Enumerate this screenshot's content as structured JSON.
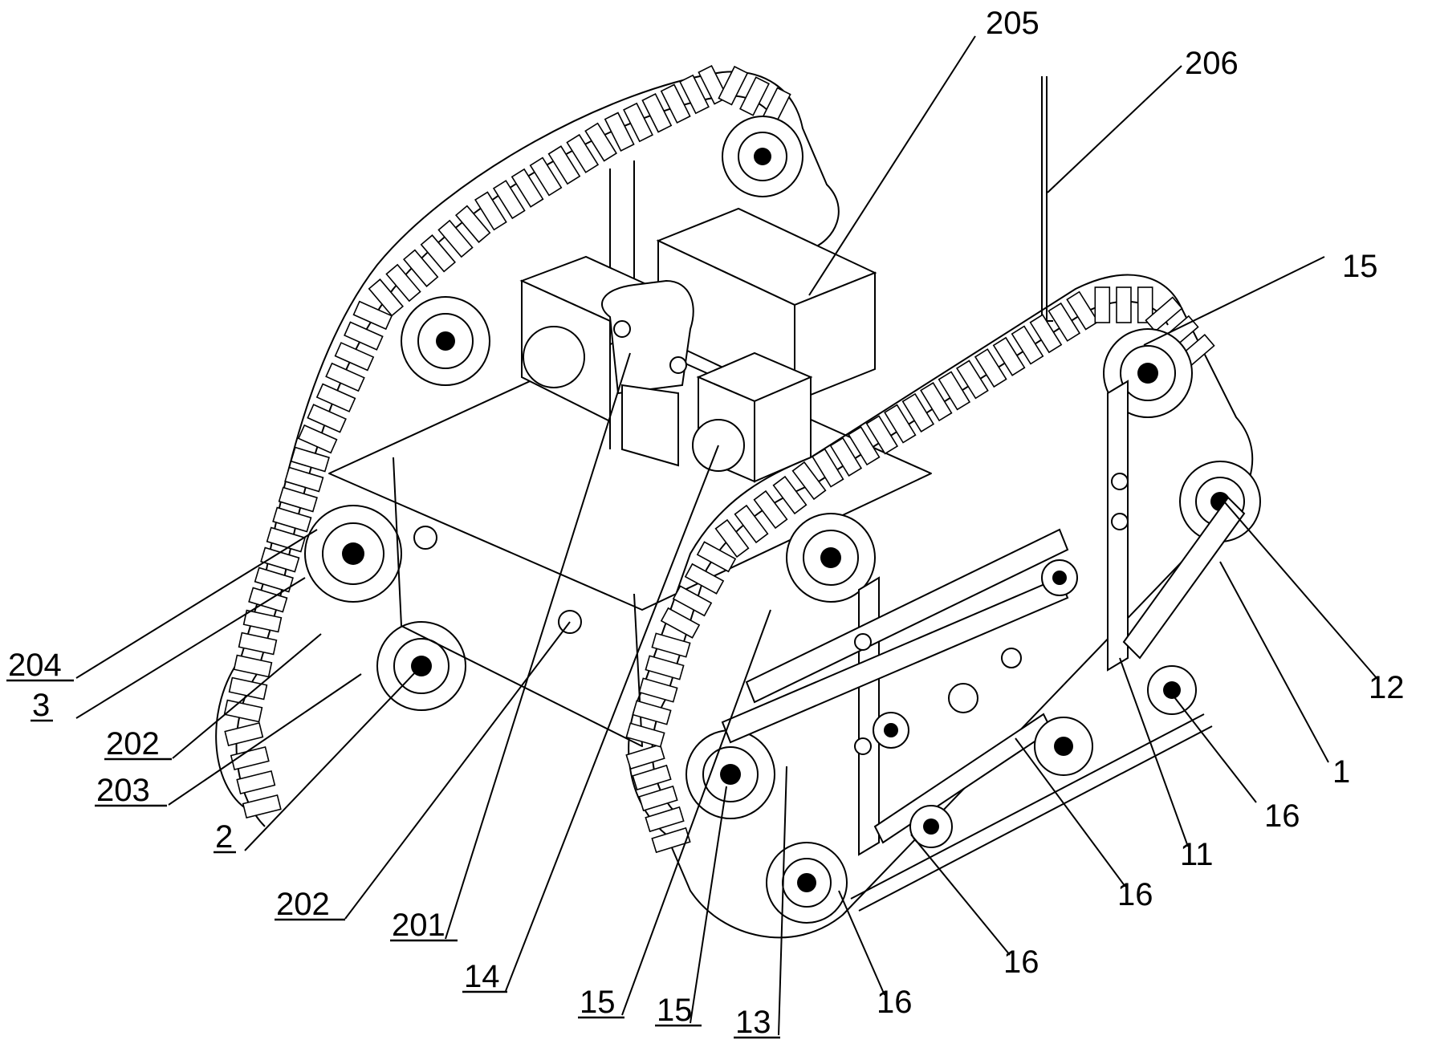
{
  "figure": {
    "callouts": [
      {
        "id": "c205",
        "label": "205",
        "underlined": false
      },
      {
        "id": "c206",
        "label": "206",
        "underlined": false
      },
      {
        "id": "c15a",
        "label": "15",
        "underlined": false
      },
      {
        "id": "c204",
        "label": "204",
        "underlined": true
      },
      {
        "id": "c3",
        "label": "3",
        "underlined": true
      },
      {
        "id": "c202a",
        "label": "202",
        "underlined": true
      },
      {
        "id": "c203",
        "label": "203",
        "underlined": true
      },
      {
        "id": "c2",
        "label": "2",
        "underlined": true
      },
      {
        "id": "c202b",
        "label": "202",
        "underlined": true
      },
      {
        "id": "c201",
        "label": "201",
        "underlined": true
      },
      {
        "id": "c14",
        "label": "14",
        "underlined": true
      },
      {
        "id": "c15b",
        "label": "15",
        "underlined": true
      },
      {
        "id": "c15c",
        "label": "15",
        "underlined": true
      },
      {
        "id": "c13",
        "label": "13",
        "underlined": true
      },
      {
        "id": "c16a",
        "label": "16",
        "underlined": false
      },
      {
        "id": "c16b",
        "label": "16",
        "underlined": false
      },
      {
        "id": "c16c",
        "label": "16",
        "underlined": false
      },
      {
        "id": "c11",
        "label": "11",
        "underlined": false
      },
      {
        "id": "c16d",
        "label": "16",
        "underlined": false
      },
      {
        "id": "c1",
        "label": "1",
        "underlined": false
      },
      {
        "id": "c12",
        "label": "12",
        "underlined": false
      }
    ]
  }
}
